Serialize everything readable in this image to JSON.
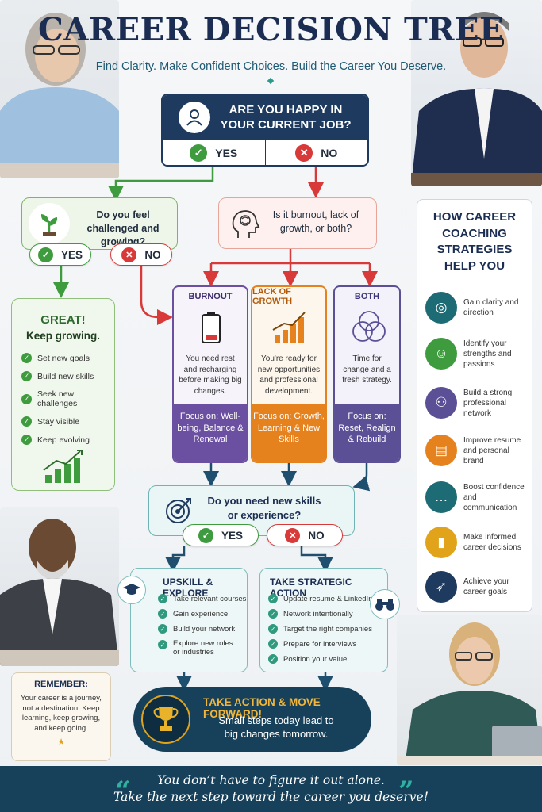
{
  "header": {
    "title": "CAREER DECISION TREE",
    "subtitle": "Find Clarity. Make Confident Choices. Build the Career You Deserve."
  },
  "top_question": {
    "text": "ARE YOU HAPPY IN YOUR CURRENT JOB?",
    "yes": "YES",
    "no": "NO"
  },
  "challenge_question": {
    "text": "Do you feel challenged and growing?",
    "yes": "YES",
    "no": "NO"
  },
  "burnout_question": {
    "text": "Is it burnout, lack of growth, or both?"
  },
  "great_box": {
    "title": "GREAT!",
    "subtitle": "Keep growing.",
    "items": [
      "Set new goals",
      "Build new skills",
      "Seek new challenges",
      "Stay visible",
      "Keep evolving"
    ]
  },
  "branches": [
    {
      "title": "BURNOUT",
      "body": "You need rest and recharging before making big changes.",
      "focus": "Focus on: Well-being, Balance & Renewal",
      "color": "#6b4fa0"
    },
    {
      "title": "LACK OF GROWTH",
      "body": "You're ready for new opportunities and professional development.",
      "focus": "Focus on: Growth, Learning & New Skills",
      "color": "#e6821e"
    },
    {
      "title": "BOTH",
      "body": "Time for change and a fresh strategy.",
      "focus": "Focus on: Reset, Realign & Rebuild",
      "color": "#5b4f96"
    }
  ],
  "skills_question": {
    "text": "Do you need new skills or experience?",
    "yes": "YES",
    "no": "NO"
  },
  "upskill": {
    "title": "UPSKILL & EXPLORE",
    "items": [
      "Take relevant courses",
      "Gain experience",
      "Build your network",
      "Explore new roles or industries"
    ]
  },
  "strategic": {
    "title": "TAKE STRATEGIC ACTION",
    "items": [
      "Update resume & LinkedIn",
      "Network intentionally",
      "Target the right companies",
      "Prepare for interviews",
      "Position your value"
    ]
  },
  "action": {
    "title": "TAKE ACTION & MOVE FORWARD!",
    "text": "Small steps today lead to big changes tomorrow."
  },
  "remember": {
    "title": "REMEMBER:",
    "text": "Your career is a journey, not a destination. Keep learning, keep growing, and keep going."
  },
  "sidebar": {
    "title": "HOW CAREER COACHING STRATEGIES HELP YOU",
    "items": [
      {
        "label": "Gain clarity and direction",
        "icon": "target-icon",
        "color": "#1d6b74"
      },
      {
        "label": "Identify your strengths and passions",
        "icon": "person-star-icon",
        "color": "#3e9b3e"
      },
      {
        "label": "Build a strong professional network",
        "icon": "network-icon",
        "color": "#5b4f96"
      },
      {
        "label": "Improve resume and personal brand",
        "icon": "resume-icon",
        "color": "#e6821e"
      },
      {
        "label": "Boost confidence and communication",
        "icon": "chat-icon",
        "color": "#1d6b74"
      },
      {
        "label": "Make informed career decisions",
        "icon": "chart-icon",
        "color": "#e0a31a"
      },
      {
        "label": "Achieve your career goals",
        "icon": "rocket-icon",
        "color": "#1e3a5f"
      }
    ]
  },
  "footer": {
    "line1": "You don’t have to figure it out alone.",
    "line2": "Take the next step toward the career you deserve!"
  },
  "colors": {
    "navy": "#1e3a5f",
    "green": "#3e9b3e",
    "red": "#d83a3a",
    "teal": "#2f9a7e"
  }
}
